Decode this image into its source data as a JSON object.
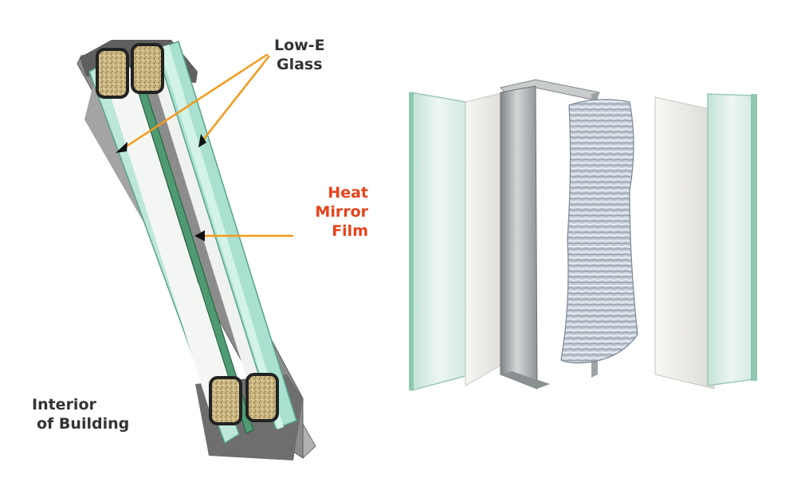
{
  "labels": {
    "low_e": {
      "line1": "Low-E",
      "line2": "Glass"
    },
    "heat_mirror": {
      "line1": "Heat",
      "line2": "Mirror",
      "line3": "Film"
    },
    "interior": {
      "line1": "Interior",
      "line2": "of Building"
    }
  },
  "colors": {
    "label_dark": "#333333",
    "label_accent": "#e8431c",
    "leader_line": "#f29a1c",
    "glass": "#b8e6d8",
    "frame": "#8a8a8a",
    "spacer_fill": "#c9b583",
    "film": "#2e7d4f"
  },
  "icons": [
    "arrowhead-icon"
  ]
}
